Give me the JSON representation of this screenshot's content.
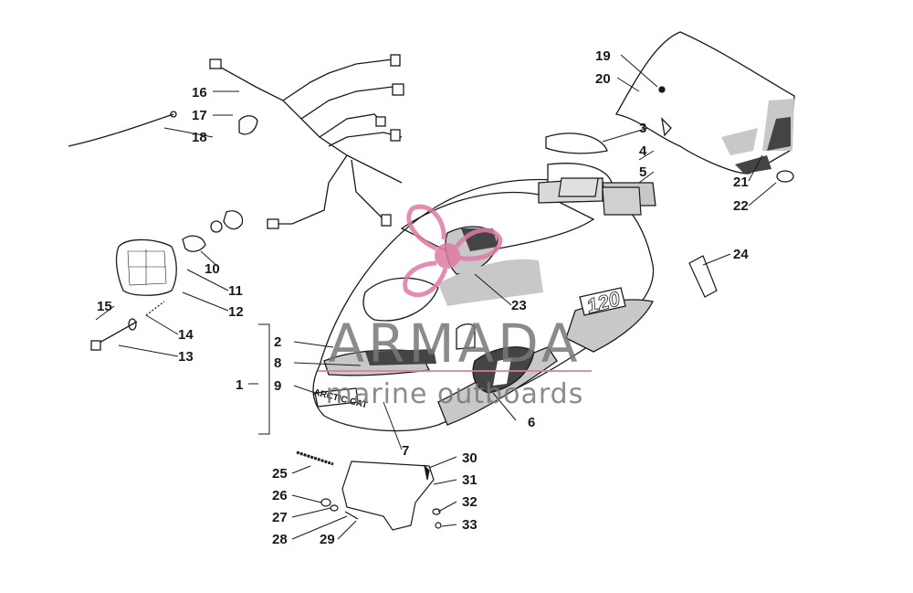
{
  "diagram": {
    "callouts": [
      "1",
      "2",
      "3",
      "4",
      "5",
      "6",
      "7",
      "8",
      "9",
      "10",
      "11",
      "12",
      "13",
      "14",
      "15",
      "16",
      "17",
      "18",
      "19",
      "20",
      "21",
      "22",
      "23",
      "24",
      "25",
      "26",
      "27",
      "28",
      "29",
      "30",
      "31",
      "32",
      "33"
    ],
    "part_lettering": {
      "hood_badge": "ARCTIC CAT",
      "model_number": "120"
    }
  },
  "watermark": {
    "title": "ARMADA",
    "subtitle": "marine outboards",
    "colors": {
      "text": "#777777",
      "emblem": "#e07aa6",
      "rule": "#e07aa6"
    }
  },
  "colors": {
    "line": "#1a1a1a",
    "panel_gray": "#c8c8c8",
    "panel_dark": "#444444",
    "background": "#ffffff"
  }
}
